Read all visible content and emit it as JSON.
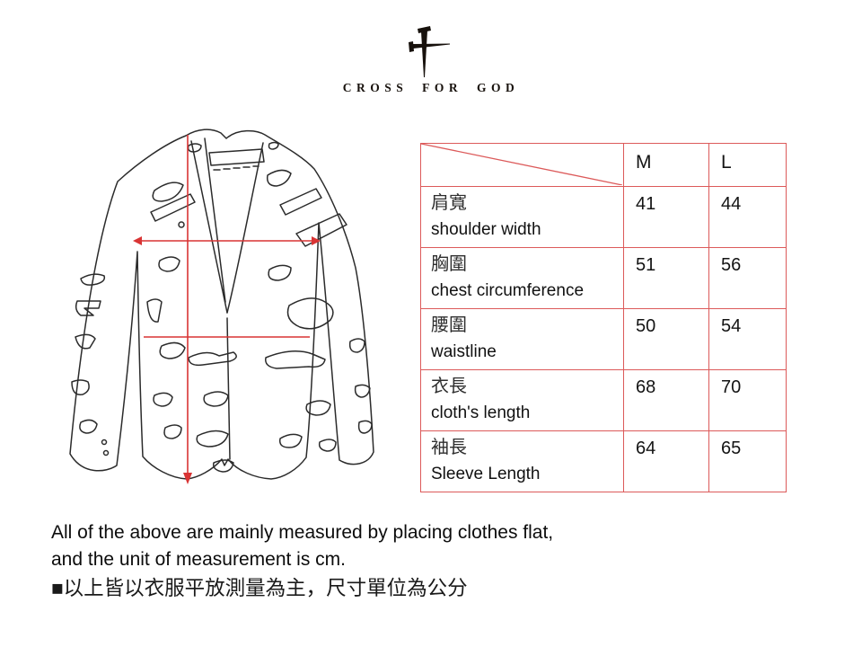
{
  "brand": {
    "name": "CROSS FOR GOD",
    "logo_icon": "nail-cross-icon",
    "logo_color": "#17110c"
  },
  "size_chart": {
    "columns": [
      "M",
      "L"
    ],
    "rows": [
      {
        "label_zh": "肩寬",
        "label_en": "shoulder width",
        "values": [
          "41",
          "44"
        ]
      },
      {
        "label_zh": "胸圍",
        "label_en": "chest circumference",
        "values": [
          "51",
          "56"
        ]
      },
      {
        "label_zh": "腰圍",
        "label_en": "waistline",
        "values": [
          "50",
          "54"
        ]
      },
      {
        "label_zh": "衣長",
        "label_en": "cloth's length",
        "values": [
          "68",
          "70"
        ]
      },
      {
        "label_zh": "袖長",
        "label_en": "Sleeve Length",
        "values": [
          "64",
          "65"
        ]
      }
    ],
    "border_color": "#dc5a5a"
  },
  "diagram": {
    "subject": "camouflage blazer line drawing",
    "measure_lines": [
      "vertical cloth length arrow",
      "horizontal chest width arrow",
      "horizontal waist line"
    ],
    "measure_color": "#d93434"
  },
  "notes": {
    "line1": "All of the above are mainly measured by placing clothes flat,",
    "line2": "and the unit of measurement is cm.",
    "line3": "■以上皆以衣服平放測量為主，尺寸單位為公分"
  }
}
